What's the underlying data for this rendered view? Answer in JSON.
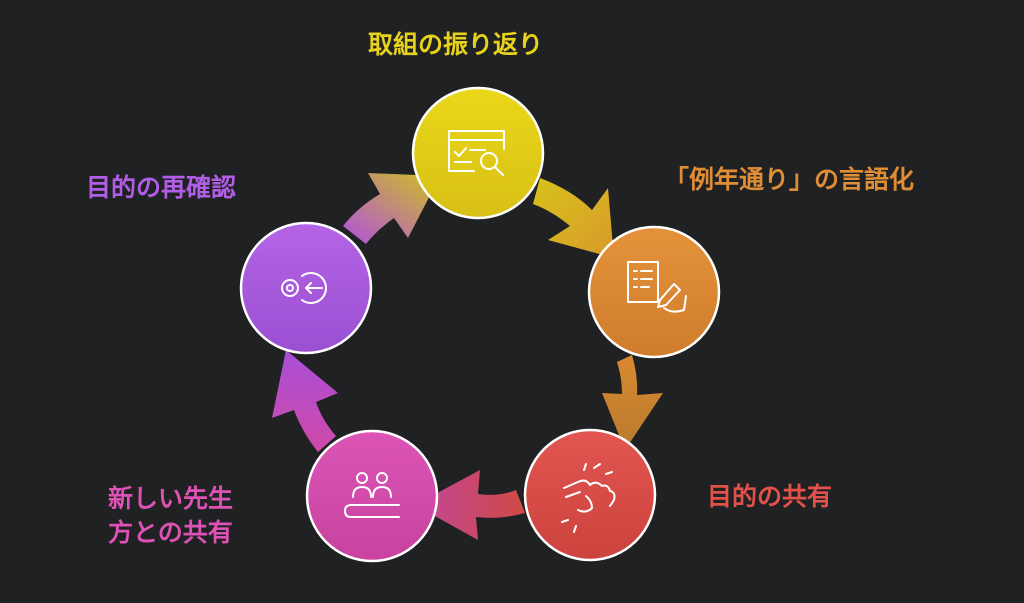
{
  "diagram": {
    "type": "cycle",
    "steps": [
      {
        "label": "取組の振り返り",
        "lines": [
          "取組の振り返り"
        ],
        "icon": "checklist-search-icon",
        "color": "#e4cc17"
      },
      {
        "label": "「例年通り」の言語化",
        "lines": [
          "「例年通り」の言語化"
        ],
        "icon": "document-writing-icon",
        "color": "#d98631"
      },
      {
        "label": "目的の共有",
        "lines": [
          "目的の共有"
        ],
        "icon": "fist-bump-icon",
        "color": "#d74c44"
      },
      {
        "label": "新しい先生方との共有",
        "lines": [
          "新しい先生",
          "方との共有"
        ],
        "icon": "team-table-icon",
        "color": "#d44cae"
      },
      {
        "label": "目的の再確認",
        "lines": [
          "目的の再確認"
        ],
        "icon": "target-return-icon",
        "color": "#a957df"
      }
    ]
  }
}
